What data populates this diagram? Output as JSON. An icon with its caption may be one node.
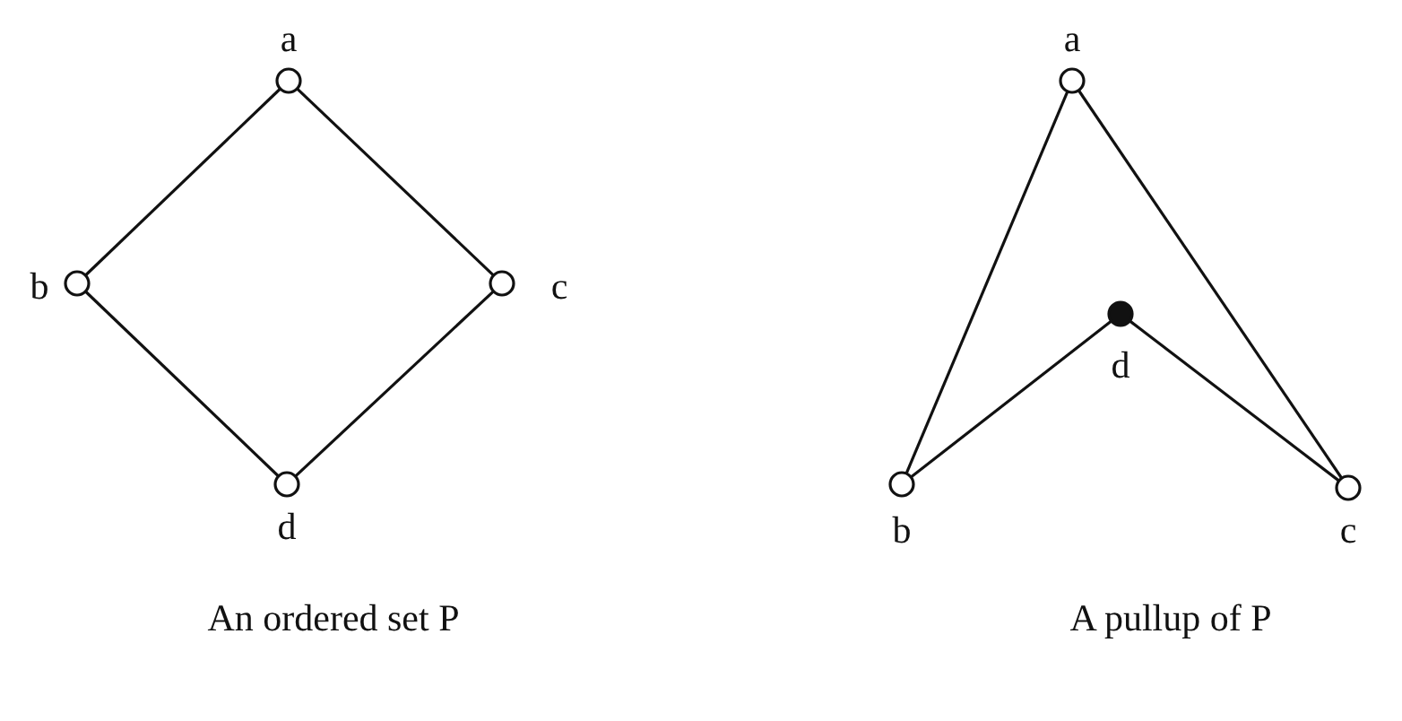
{
  "diagram": {
    "nodes": [
      {
        "text": [],
        "shape": "circle",
        "beside": [
          "a"
        ]
      },
      {
        "text": [],
        "shape": "circle",
        "beside": [
          "b"
        ]
      },
      {
        "text": [],
        "shape": "circle",
        "beside": [
          "c"
        ]
      },
      {
        "text": [],
        "shape": "circle",
        "beside": [
          "d"
        ]
      },
      {
        "text": [],
        "shape": "circle",
        "beside": [
          "a"
        ]
      },
      {
        "text": [],
        "shape": "dot",
        "beside": [
          "d"
        ]
      },
      {
        "text": [],
        "shape": "circle",
        "beside": [
          "b"
        ]
      },
      {
        "text": [],
        "shape": "circle",
        "beside": [
          "c"
        ]
      }
    ],
    "edges": [
      {
        "from": 0,
        "to": 1,
        "arrow": "none"
      },
      {
        "from": 0,
        "to": 2,
        "arrow": "none"
      },
      {
        "from": 1,
        "to": 3,
        "arrow": "none"
      },
      {
        "from": 2,
        "to": 3,
        "arrow": "none"
      },
      {
        "from": 4,
        "to": 6,
        "arrow": "none"
      },
      {
        "from": 4,
        "to": 7,
        "arrow": "none"
      },
      {
        "from": 5,
        "to": 6,
        "arrow": "none"
      },
      {
        "from": 5,
        "to": 7,
        "arrow": "none"
      }
    ],
    "labels": [
      "An ordered set P",
      "A pullup of P"
    ]
  }
}
